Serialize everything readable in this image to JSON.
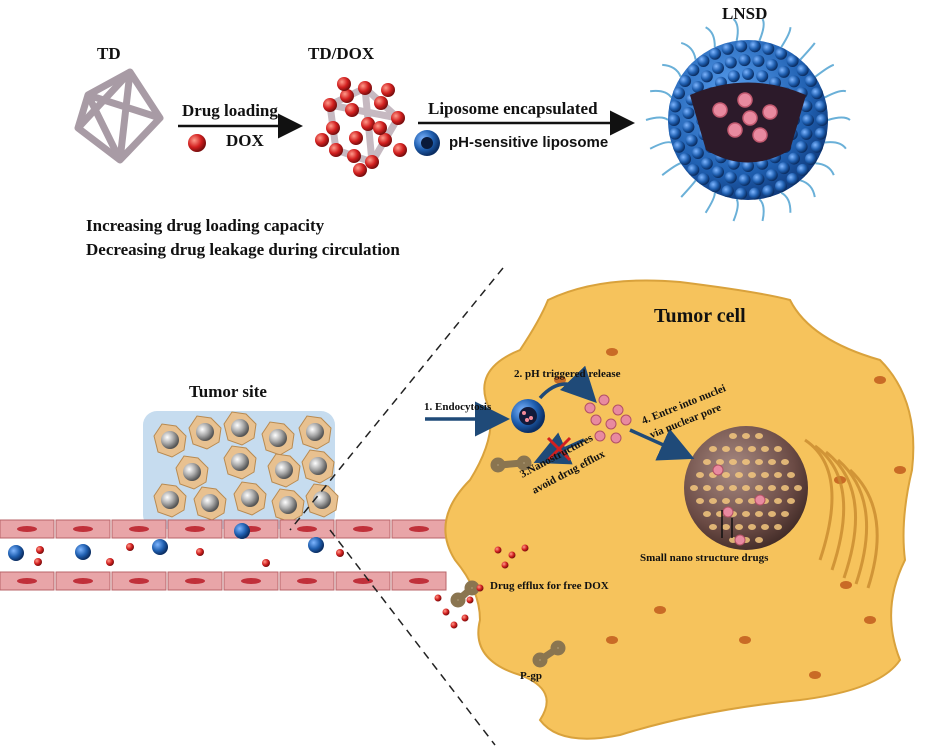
{
  "top": {
    "td": "TD",
    "td_dox": "TD/DOX",
    "lnsd": "LNSD",
    "drug_loading": "Drug loading",
    "dox": "DOX",
    "liposome_encapsulated": "Liposome encapsulated",
    "ph_liposome": "pH-sensitive liposome"
  },
  "benefits": [
    "Increasing drug loading capacity",
    "Decreasing drug leakage during circulation"
  ],
  "tumor_site": "Tumor site",
  "cell": {
    "title": "Tumor cell",
    "steps": {
      "endocytosis": "1. Endocytosis",
      "ph_release": "2. pH triggered release",
      "avoid_efflux_1": "3.Nanostructures",
      "avoid_efflux_2": "avoid drug efflux",
      "nuclear_entry_1": "4. Entre into nuclei",
      "nuclear_entry_2": "via nuclear pore"
    },
    "small_drugs": "Small nano structure drugs",
    "drug_efflux": "Drug efflux for free DOX",
    "pgp": "P-gp"
  },
  "colors": {
    "cell_fill": "#f6c35c",
    "cell_stroke": "#d9a23c",
    "liposome_blue": "#1f5fb0",
    "dox_red": "#d21f1f",
    "arrow_navy": "#1f4a78",
    "nucleus_brown": "#6a4a44",
    "vessel_pink": "#e8a5a8",
    "tumor_box": "#bcd6ec"
  }
}
